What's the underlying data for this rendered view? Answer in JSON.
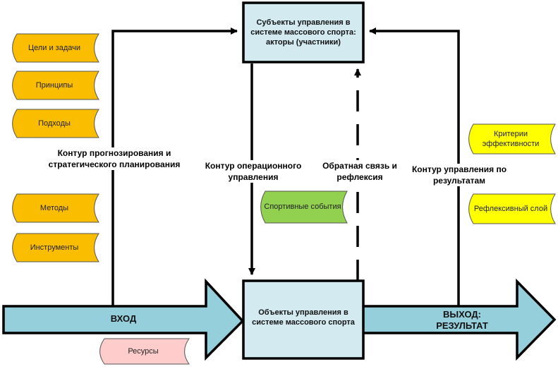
{
  "colors": {
    "box_fill": "#d3eaf0",
    "arrow_fill": "#96cfdc",
    "orange": "#fbbd00",
    "green": "#92d050",
    "yellow": "#ffff00",
    "pink": "#ffcccc",
    "stroke": "#000000"
  },
  "subjects_box": {
    "text": "Субъекты управления в системе массового спорта: акторы (участники)"
  },
  "objects_box": {
    "text": "Объекты управления в системе массового спорта"
  },
  "input_arrow": {
    "label": "ВХОД"
  },
  "output_arrow": {
    "label": "ВЫХОД: РЕЗУЛЬТАТ"
  },
  "contours": {
    "forecasting": "Контур прогнозирования и стратегического планирования",
    "operational": "Контур операционного управления",
    "feedback": "Обратная связь и рефлексия",
    "results": "Контур управления по результатам"
  },
  "left_items": [
    {
      "label": "Цели и задачи"
    },
    {
      "label": "Принципы"
    },
    {
      "label": "Подходы"
    },
    {
      "label": "Методы"
    },
    {
      "label": "Инструменты"
    }
  ],
  "middle_item": {
    "label": "Спортивные события"
  },
  "right_items": [
    {
      "label": "Критерии эффективности"
    },
    {
      "label": "Рефлексивный слой"
    }
  ],
  "bottom_item": {
    "label": "Ресурсы"
  }
}
